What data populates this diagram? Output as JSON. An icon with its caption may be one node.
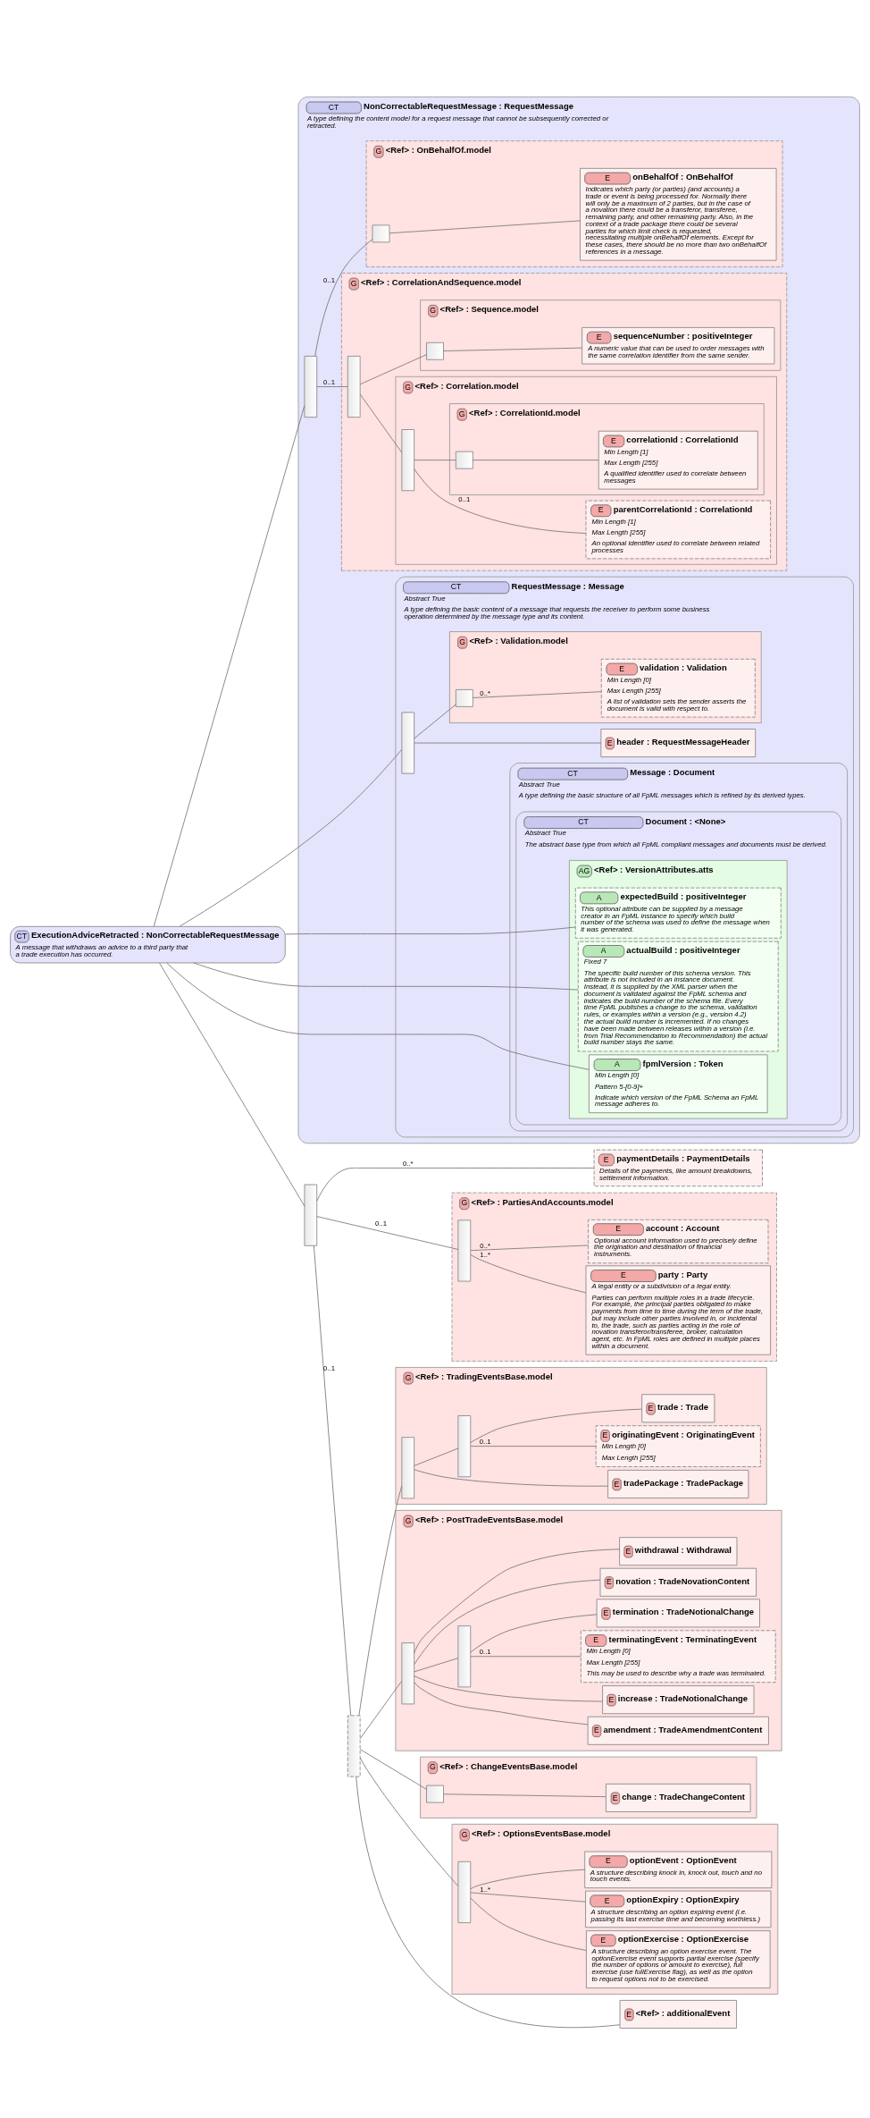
{
  "diagram": {
    "nodes": [
      {
        "text": [
          "CT",
          "ExecutionAdviceRetracted : NonCorrectableRequestMessage",
          "A message that withdraws an advice to a third party that a trade execution has occurred."
        ]
      },
      {
        "text": [
          "CT",
          "NonCorrectableRequestMessage : RequestMessage",
          "A type defining the content model for a request message that cannot be subsequently corrected or retracted."
        ]
      },
      {
        "text": [
          "CT",
          "RequestMessage : Message",
          "Abstract True",
          "A type defining the basic content of a message that requests the receiver to perform some business operation determined by the message type and its content."
        ],
        "in": 1
      },
      {
        "text": [
          "CT",
          "Message : Document",
          "Abstract True",
          "A type defining the basic structure of all FpML messages which is refined by its derived types."
        ],
        "in": 2
      },
      {
        "text": [
          "CT",
          "Document : <None>",
          "Abstract True",
          "The abstract base type from which all FpML compliant messages and documents must be derived."
        ],
        "in": 3
      },
      {
        "text": [
          "AG",
          "<Ref> : VersionAttributes.atts"
        ],
        "in": 4
      },
      {
        "text": [
          "A",
          "fpmlVersion : Token",
          "Min Length [0]",
          "Pattern 5-[0-9]+",
          "Indicate which version of the FpML Schema an FpML message adheres to."
        ],
        "in": 5
      },
      {
        "text": [
          "A",
          "expectedBuild : positiveInteger",
          "This optional attribute can be supplied by a message creator in an FpML instance to specify which build number of the schema was used to define the message when it was generated."
        ],
        "in": 5
      },
      {
        "text": [
          "A",
          "actualBuild : positiveInteger",
          "Fixed 7",
          "The specific build number of this schema version. This attribute is not included in an instance document. Instead, it is supplied by the XML parser when the document is validated against the FpML schema and indicates the build number of the schema file. Every time FpML publishes a change to the schema, validation rules, or examples within a version (e.g., version 4.2) the actual build number is incremented. If no changes have been made between releases within a version (i.e. from Trial Recommendation to Recommendation) the actual build number stays the same."
        ],
        "in": 5
      },
      {
        "text": [],
        "shape": "bar",
        "in": 2
      },
      {
        "text": [
          "E",
          "header : RequestMessageHeader"
        ],
        "in": 2
      },
      {
        "text": [
          "G",
          "<Ref> : Validation.model"
        ],
        "in": 2
      },
      {
        "text": [],
        "shape": "box",
        "in": 11
      },
      {
        "text": [
          "E",
          "validation : Validation",
          "Min Length [0]",
          "Max Length [255]",
          "A list of validation sets the sender asserts the document is valid with respect to."
        ],
        "in": 11
      },
      {
        "text": [],
        "shape": "bar",
        "in": 1
      },
      {
        "text": [
          "G",
          "<Ref> : CorrelationAndSequence.model"
        ],
        "in": 1
      },
      {
        "text": [],
        "shape": "bar",
        "in": 15
      },
      {
        "text": [
          "G",
          "<Ref> : Correlation.model"
        ],
        "in": 15
      },
      {
        "text": [],
        "shape": "bar",
        "in": 17
      },
      {
        "text": [
          "E",
          "parentCorrelationId : CorrelationId",
          "Min Length [1]",
          "Max Length [255]",
          "An optional identifier used to correlate between related processes"
        ],
        "in": 17
      },
      {
        "text": [
          "G",
          "<Ref> : CorrelationId.model"
        ],
        "in": 17
      },
      {
        "text": [],
        "shape": "box",
        "in": 20
      },
      {
        "text": [
          "E",
          "correlationId : CorrelationId",
          "Min Length [1]",
          "Max Length [255]",
          "A qualified identifier used to correlate between messages"
        ],
        "in": 20
      },
      {
        "text": [
          "G",
          "<Ref> : Sequence.model"
        ],
        "in": 15
      },
      {
        "text": [],
        "shape": "box",
        "in": 23
      },
      {
        "text": [
          "E",
          "sequenceNumber : positiveInteger",
          "A numeric value that can be used to order messages with the same correlation identifier from the same sender."
        ],
        "in": 23
      },
      {
        "text": [
          "G",
          "<Ref> : OnBehalfOf.model"
        ],
        "in": 1
      },
      {
        "text": [],
        "shape": "box",
        "in": 26
      },
      {
        "text": [
          "E",
          "onBehalfOf : OnBehalfOf",
          "Indicates which party (or parties) (and accounts) a trade or event is being processed for. Normally there will only be a maximum of 2 parties, but in the case of a novation there could be a transferor, transferee, remaining party, and other remaining party. Also, in the context of a trade package there could be several parties for which limit check is requested, necessitating multiple onBehalfOf elements. Except for these cases, there should be no more than two onBehalfOf references in a message."
        ],
        "in": 26
      },
      {
        "text": [],
        "shape": "bar"
      },
      {
        "text": [],
        "shape": "bar"
      },
      {
        "text": [
          "G",
          "<Ref> : TradingEventsBase.model"
        ]
      },
      {
        "text": [],
        "shape": "bar",
        "in": 31
      },
      {
        "text": [
          "E",
          "tradePackage : TradePackage"
        ],
        "in": 31
      },
      {
        "text": [],
        "shape": "bar",
        "in": 31
      },
      {
        "text": [
          "E",
          "originatingEvent : OriginatingEvent",
          "Min Length [0]",
          "Max Length [255]"
        ],
        "in": 31
      },
      {
        "text": [
          "E",
          "trade : Trade"
        ],
        "in": 31
      },
      {
        "text": [
          "G",
          "<Ref> : PostTradeEventsBase.model"
        ]
      },
      {
        "text": [],
        "shape": "bar",
        "in": 37
      },
      {
        "text": [
          "E",
          "amendment : TradeAmendmentContent"
        ],
        "in": 37
      },
      {
        "text": [
          "E",
          "increase : TradeNotionalChange"
        ],
        "in": 37
      },
      {
        "text": [],
        "shape": "bar",
        "in": 37
      },
      {
        "text": [
          "E",
          "terminatingEvent : TerminatingEvent",
          "Min Length [0]",
          "Max Length [255]",
          "This may be used to describe why a trade was terminated."
        ],
        "in": 37
      },
      {
        "text": [
          "E",
          "termination : TradeNotionalChange"
        ],
        "in": 37
      },
      {
        "text": [
          "E",
          "novation : TradeNovationContent"
        ],
        "in": 37
      },
      {
        "text": [
          "E",
          "withdrawal : Withdrawal"
        ],
        "in": 37
      },
      {
        "text": [
          "G",
          "<Ref> : ChangeEventsBase.model"
        ]
      },
      {
        "text": [],
        "shape": "box",
        "in": 46
      },
      {
        "text": [
          "E",
          "change : TradeChangeContent"
        ],
        "in": 46
      },
      {
        "text": [
          "G",
          "<Ref> : OptionsEventsBase.model"
        ]
      },
      {
        "text": [],
        "shape": "bar",
        "in": 49
      },
      {
        "text": [
          "E",
          "optionExercise : OptionExercise",
          "A structure describing an option exercise event. The optionExercise event supports partial exercise (specify the number of options or amount to exercise), full exercise (use fullExercise flag), as well as the option to request options not to be exercised."
        ],
        "in": 49
      },
      {
        "text": [
          "E",
          "optionExpiry : OptionExpiry",
          "A structure describing an option expiring event (i.e. passing its last exercise time and becoming worthless.)"
        ],
        "in": 49
      },
      {
        "text": [
          "E",
          "optionEvent : OptionEvent",
          "A structure describing knock in, knock out, touch and no touch events."
        ],
        "in": 49
      },
      {
        "text": [
          "E",
          "<Ref> : additionalEvent"
        ]
      },
      {
        "text": [
          "E",
          "paymentDetails : PaymentDetails",
          "Details of the payments, like amount breakdowns, settlement information."
        ]
      },
      {
        "text": [
          "G",
          "<Ref> : PartiesAndAccounts.model"
        ]
      },
      {
        "text": [],
        "shape": "bar",
        "in": 56
      },
      {
        "text": [
          "E",
          "party : Party",
          "A legal entity or a subdivision of a legal entity.",
          "Parties can perform multiple roles in a trade lifecycle. For example, the principal parties obligated to make payments from time to time during the term of the trade, but may include other parties involved in, or incidental to, the trade, such as parties acting in the role of novation transferor/transferee, broker, calculation agent, etc. In FpML roles are defined in multiple places within a document."
        ],
        "in": 56
      },
      {
        "text": [
          "E",
          "account : Account",
          "Optional account information used to precisely define the origination and destination of financial instruments."
        ],
        "in": 56
      }
    ],
    "edges": [
      {
        "from": 0,
        "to": 6,
        "arrow": "none"
      },
      {
        "from": 0,
        "to": 7,
        "arrow": "none"
      },
      {
        "from": 0,
        "to": 8,
        "arrow": "none"
      },
      {
        "from": 0,
        "to": 9,
        "arrow": "none"
      },
      {
        "from": 0,
        "to": 14,
        "arrow": "none"
      },
      {
        "from": 0,
        "to": 29,
        "arrow": "none"
      },
      {
        "from": 9,
        "to": 10,
        "arrow": "none"
      },
      {
        "from": 9,
        "to": 12,
        "arrow": "none"
      },
      {
        "from": 12,
        "to": 13,
        "label": "0..*",
        "arrow": "none"
      },
      {
        "from": 14,
        "to": 16,
        "label": "0..1",
        "arrow": "none"
      },
      {
        "from": 16,
        "to": 18,
        "arrow": "none"
      },
      {
        "from": 18,
        "to": 19,
        "label": "0..1",
        "arrow": "none"
      },
      {
        "from": 18,
        "to": 21,
        "arrow": "none"
      },
      {
        "from": 21,
        "to": 22,
        "arrow": "none"
      },
      {
        "from": 16,
        "to": 24,
        "arrow": "none"
      },
      {
        "from": 24,
        "to": 25,
        "arrow": "none"
      },
      {
        "from": 14,
        "to": 27,
        "label": "0..1",
        "arrow": "none"
      },
      {
        "from": 27,
        "to": 28,
        "arrow": "none"
      },
      {
        "from": 29,
        "to": 30,
        "label": "0..1",
        "arrow": "none"
      },
      {
        "from": 30,
        "to": 32,
        "arrow": "none"
      },
      {
        "from": 32,
        "to": 33,
        "arrow": "none"
      },
      {
        "from": 32,
        "to": 34,
        "arrow": "none"
      },
      {
        "from": 34,
        "to": 35,
        "label": "0..1",
        "arrow": "none"
      },
      {
        "from": 34,
        "to": 36,
        "arrow": "none"
      },
      {
        "from": 30,
        "to": 38,
        "arrow": "none"
      },
      {
        "from": 38,
        "to": 39,
        "arrow": "none"
      },
      {
        "from": 38,
        "to": 40,
        "arrow": "none"
      },
      {
        "from": 38,
        "to": 41,
        "arrow": "none"
      },
      {
        "from": 41,
        "to": 42,
        "label": "0..1",
        "arrow": "none"
      },
      {
        "from": 41,
        "to": 43,
        "arrow": "none"
      },
      {
        "from": 38,
        "to": 44,
        "arrow": "none"
      },
      {
        "from": 38,
        "to": 45,
        "arrow": "none"
      },
      {
        "from": 30,
        "to": 47,
        "arrow": "none"
      },
      {
        "from": 47,
        "to": 48,
        "arrow": "none"
      },
      {
        "from": 30,
        "to": 50,
        "arrow": "none"
      },
      {
        "from": 50,
        "to": 51,
        "arrow": "none"
      },
      {
        "from": 50,
        "to": 52,
        "label": "1..*",
        "arrow": "none"
      },
      {
        "from": 50,
        "to": 53,
        "arrow": "none"
      },
      {
        "from": 30,
        "to": 54,
        "arrow": "none"
      },
      {
        "from": 29,
        "to": 55,
        "label": "0..*",
        "arrow": "none"
      },
      {
        "from": 29,
        "to": 57,
        "label": "0..1",
        "arrow": "none"
      },
      {
        "from": 57,
        "to": 58,
        "label": "1..*",
        "arrow": "none"
      },
      {
        "from": 57,
        "to": 59,
        "label": "0..*",
        "arrow": "none"
      }
    ]
  }
}
